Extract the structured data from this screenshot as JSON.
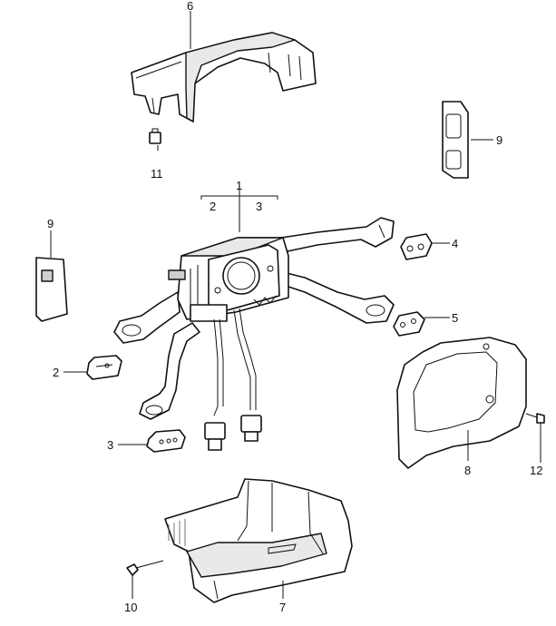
{
  "callouts": {
    "c1": "1",
    "c2_group": "2",
    "c3_group": "3",
    "c2": "2",
    "c3": "3",
    "c4": "4",
    "c5": "5",
    "c6": "6",
    "c7": "7",
    "c8": "8",
    "c9_right": "9",
    "c9_left": "9",
    "c10": "10",
    "c11": "11",
    "c12": "12"
  }
}
